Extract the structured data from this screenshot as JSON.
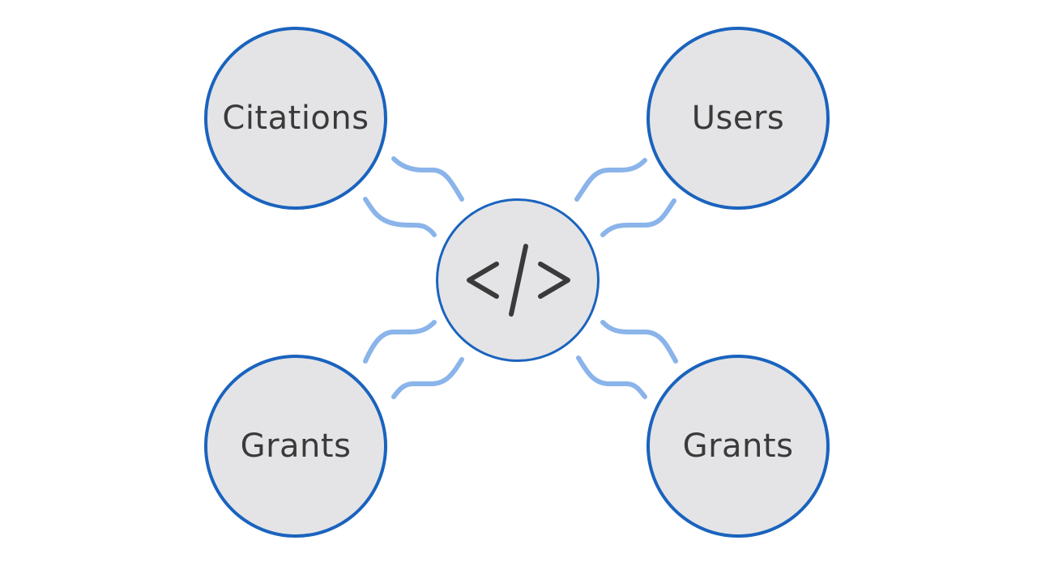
{
  "diagram": {
    "hub_icon": "code-brackets-icon",
    "nodes": {
      "top_left": "Citations",
      "top_right": "Users",
      "bottom_left": "Grants",
      "bottom_right": "Grants"
    }
  },
  "colors": {
    "node_border": "#1a63be",
    "node_fill": "#e4e4e6",
    "connector": "#8ab4ea",
    "label_text": "#3a3a3a"
  }
}
